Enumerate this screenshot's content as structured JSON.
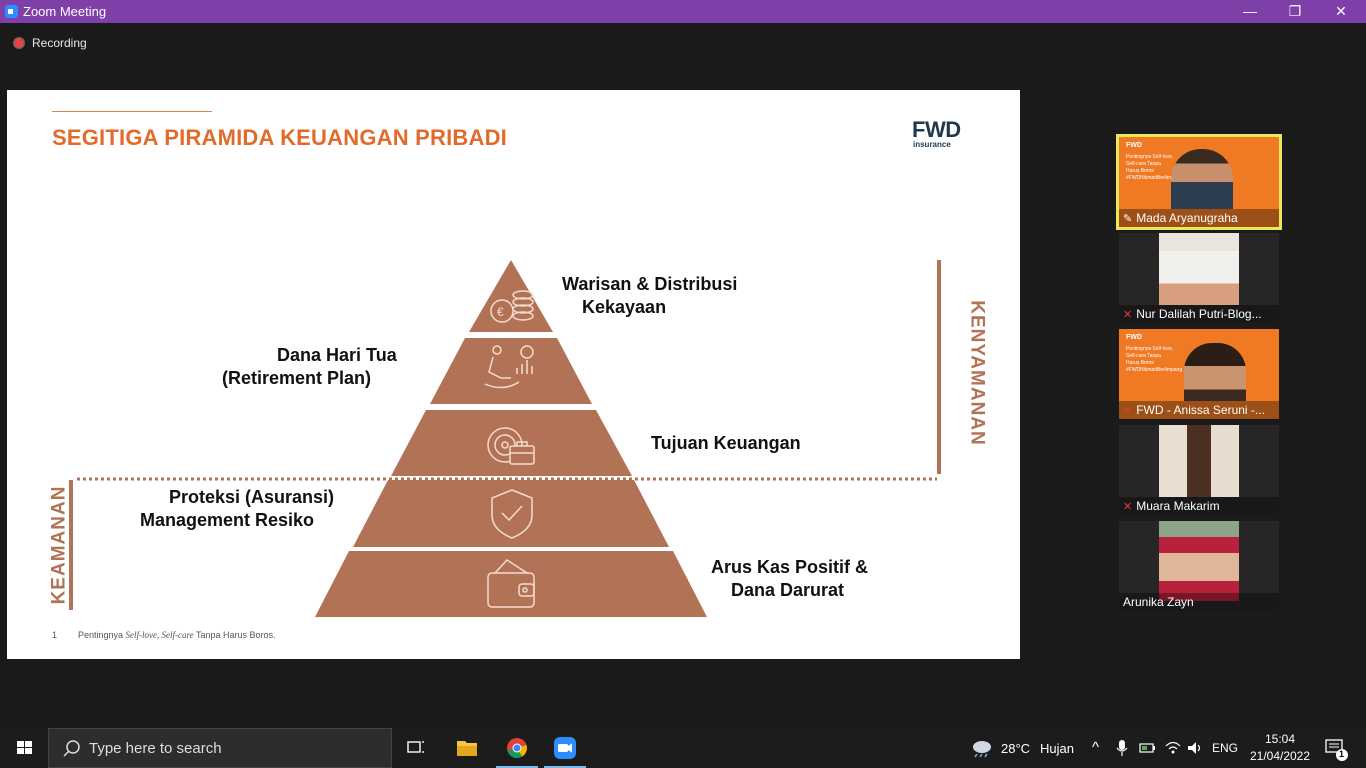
{
  "window": {
    "title": "Zoom Meeting",
    "minimize_glyph": "—",
    "restore_glyph": "❐",
    "close_glyph": "✕"
  },
  "recording": {
    "label": "Recording"
  },
  "slide": {
    "title": "SEGITIGA PIRAMIDA KEUANGAN PRIBADI",
    "logo_main": "FWD",
    "logo_sub": "insurance",
    "levels": [
      {
        "line1": "Warisan & Distribusi",
        "line2": "Kekayaan",
        "icon": "coins-icon"
      },
      {
        "line1": "Dana Hari Tua",
        "line2": "(Retirement Plan)",
        "icon": "retirement-rocking-chair-icon"
      },
      {
        "line1": "Tujuan Keuangan",
        "line2": "",
        "icon": "target-briefcase-icon"
      },
      {
        "line1": "Proteksi (Asuransi)",
        "line2": "Management Resiko",
        "icon": "shield-check-icon"
      },
      {
        "line1": "Arus Kas Positif &",
        "line2": "Dana Darurat",
        "icon": "wallet-icon"
      }
    ],
    "side_left": "KEAMANAN",
    "side_right": "KENYAMANAN",
    "footnote_num": "1",
    "footnote_pre": "Pentingnya ",
    "footnote_italic": "Self-love, Self-care",
    "footnote_post": " Tanpa Harus Boros.",
    "colors": {
      "accent": "#e26b2b",
      "pyramid": "#b27256",
      "divider": "#b27256"
    }
  },
  "participants": [
    {
      "name": "Mada Aryanugraha",
      "muted": false,
      "pinned": true,
      "active": true
    },
    {
      "name": "Nur Dalilah Putri-Blog...",
      "muted": true
    },
    {
      "name": "FWD - Anissa Seruni -...",
      "muted": true
    },
    {
      "name": "Muara Makarim",
      "muted": true
    },
    {
      "name": "Arunika Zayn",
      "muted": false
    }
  ],
  "tile_background": {
    "logo": "FWD",
    "lines": [
      "Pentingnya Self-love,",
      "Self-care Tanpa",
      "Harus Boros",
      "#FWDNikmatiBerlimpang"
    ]
  },
  "taskbar": {
    "search_placeholder": "Type here to search",
    "weather_temp": "28°C",
    "weather_desc": "Hujan",
    "language": "ENG",
    "time": "15:04",
    "date": "21/04/2022",
    "notification_count": "1",
    "chevron": "^"
  }
}
